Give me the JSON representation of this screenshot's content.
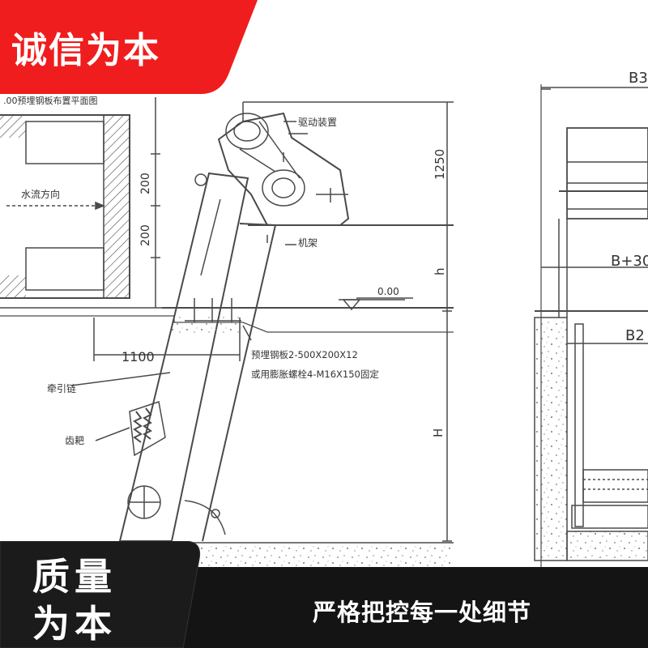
{
  "badges": {
    "top_label": "诚信为本",
    "bottom_line1": "质量",
    "bottom_line2": "为本",
    "slogan": "严格把控每一处细节"
  },
  "drawing": {
    "plan_note": ".00预埋钢板布置平面图",
    "flow_direction": "水流方向",
    "dim_200_top": "200",
    "dim_200_bottom": "200",
    "drive_unit": "驱动装置",
    "dim_1250": "1250",
    "frame": "机架",
    "level_zero": "0.00",
    "dim_h": "h",
    "dim_1100": "1100",
    "embed_plate": "预埋钢板2-500X200X12",
    "anchor_bolt": "或用膨胀螺栓4-M16X150固定",
    "traction_chain": "牵引链",
    "rake_teeth": "齿耙",
    "dim_H": "H",
    "dim_B3": "B3",
    "dim_B30": "B+30",
    "dim_B2": "B2"
  },
  "colors": {
    "accent_red": "#ef1d1d",
    "dark_bar": "#141414",
    "line": "#4a4a4a"
  }
}
